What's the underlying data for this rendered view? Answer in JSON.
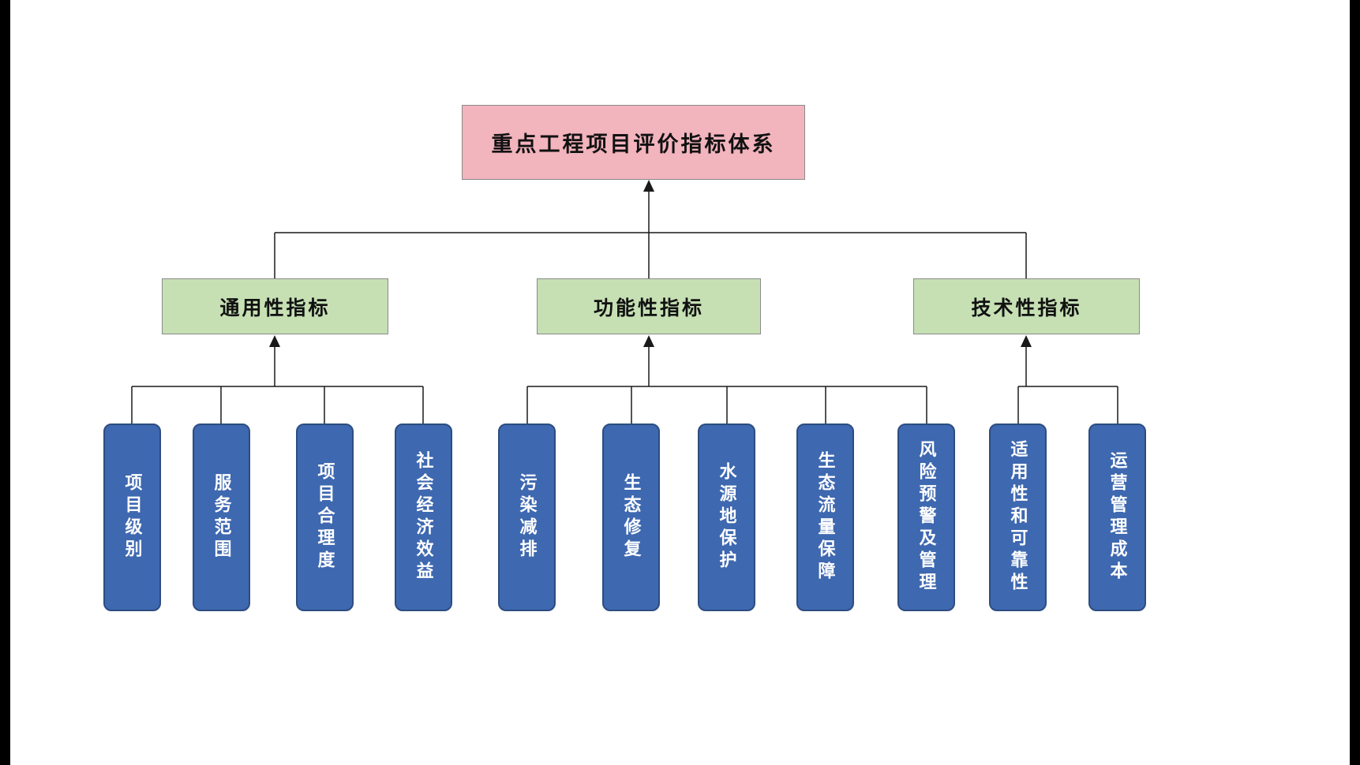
{
  "colors": {
    "root_fill": "#F2B4BD",
    "root_border": "#8A8A8A",
    "group_fill": "#C6E0B4",
    "group_border": "#8A8A8A",
    "leaf_fill": "#3E68B0",
    "leaf_border": "#2D4D80",
    "leaf_text": "#FFFFFF",
    "line": "#1A1A1A",
    "edge_bar": "#000000"
  },
  "root": {
    "label": "重点工程项目评价指标体系"
  },
  "groups": [
    {
      "label": "通用性指标",
      "children": [
        "项目级别",
        "服务范围",
        "项目合理度",
        "社会经济效益"
      ]
    },
    {
      "label": "功能性指标",
      "children": [
        "污染减排",
        "生态修复",
        "水源地保护",
        "生态流量保障",
        "风险预警及管理"
      ]
    },
    {
      "label": "技术性指标",
      "children": [
        "适用性和可靠性",
        "运营管理成本"
      ]
    }
  ]
}
